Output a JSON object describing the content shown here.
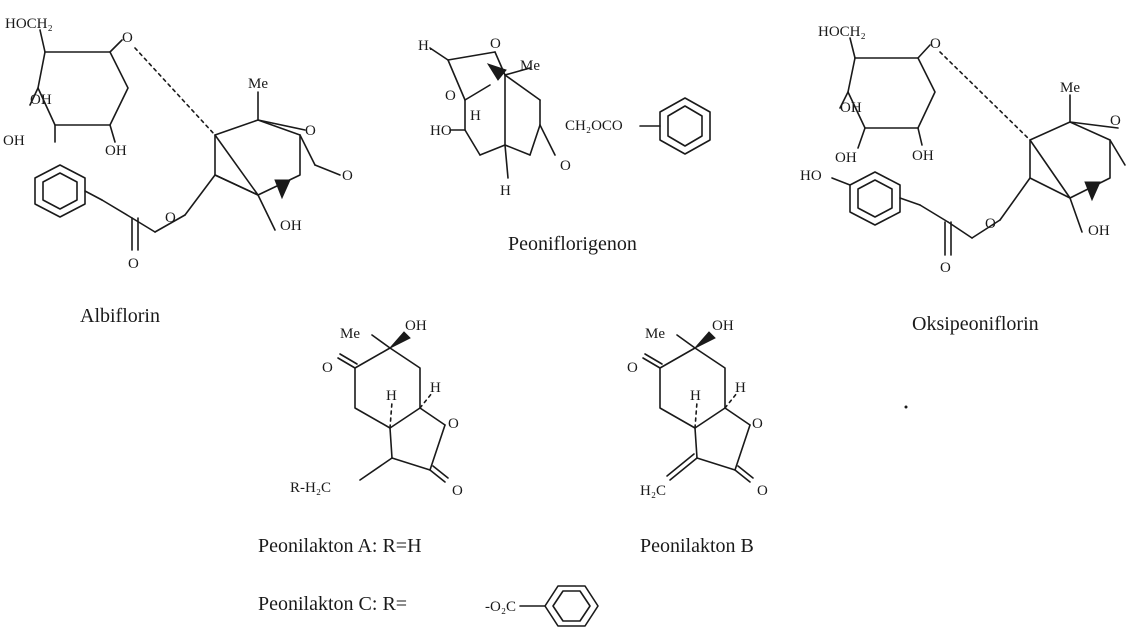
{
  "captions": {
    "albiflorin": "Albiflorin",
    "peoniflorigenon": "Peoniflorigenon",
    "oksipeoniflorin": "Oksipeoniflorin",
    "peonilakton_a": "Peonilakton A: R=H",
    "peonilakton_b": "Peonilakton B",
    "peonilakton_c": "Peonilakton C: R="
  },
  "atoms": {
    "hoch2": "HOCH₂",
    "o": "O",
    "oh": "OH",
    "me": "Me",
    "h": "H",
    "h_dot": "H.",
    "ho": "HO",
    "ch2oco": "CH₂OCO",
    "r_h2c": "R-H₂C",
    "h2c": "H₂C",
    "o2c": "-O₂C"
  }
}
